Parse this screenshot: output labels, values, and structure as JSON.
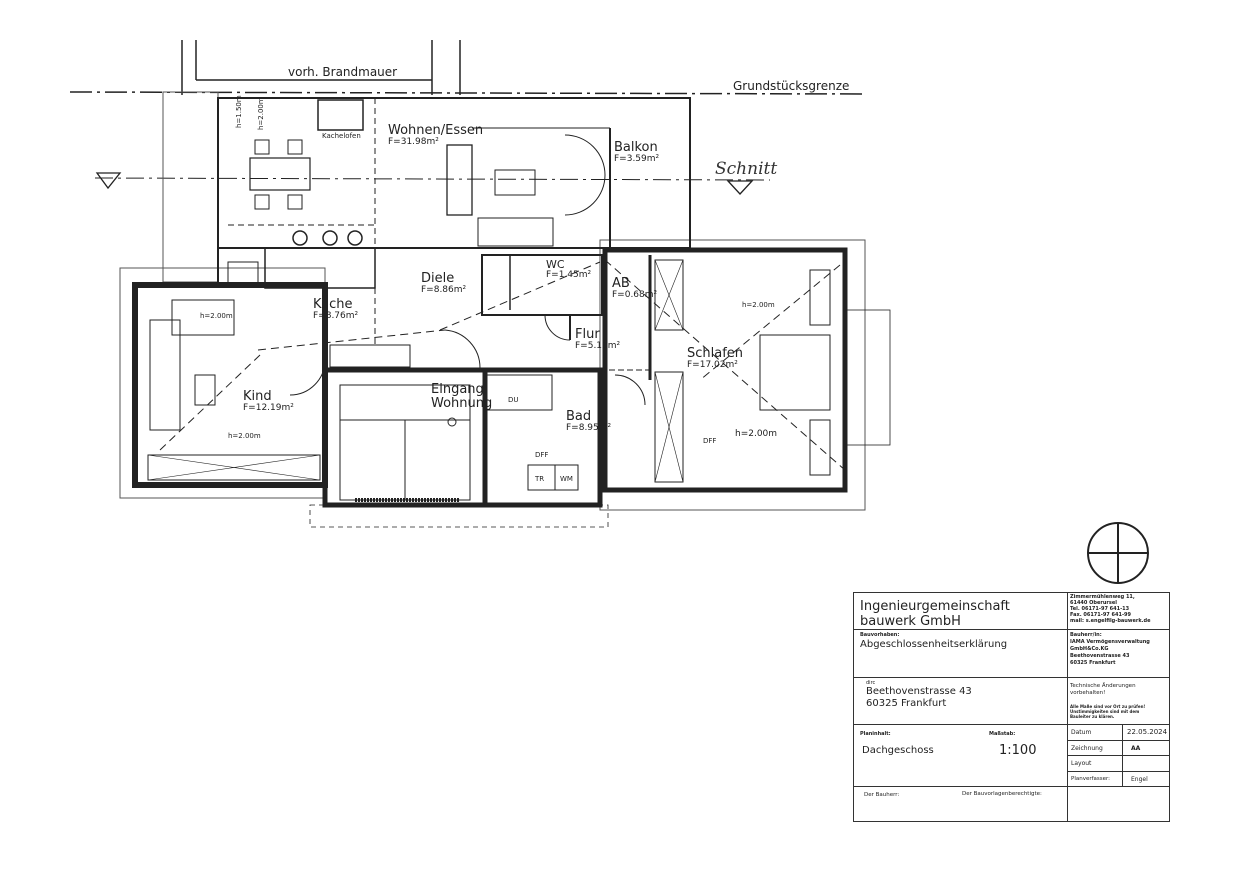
{
  "plan": {
    "labels": {
      "firewall": "vorh. Brandmauer",
      "property_line": "Grundstücksgrenze",
      "section": "Schnitt",
      "stove": "Kachelofen",
      "shower": "DU",
      "dryer": "TR",
      "washer": "WM",
      "skylight": "DFF"
    },
    "heights": [
      "h=2.00m",
      "h=1.50m"
    ],
    "rooms": [
      {
        "name": "Wohnen/Essen",
        "area": "F=31.98m²"
      },
      {
        "name": "Balkon",
        "area": "F=3.59m²"
      },
      {
        "name": "Diele",
        "area": "F=8.86m²"
      },
      {
        "name": "Küche",
        "area": "F=8.76m²"
      },
      {
        "name": "WC",
        "area": "F=1.45m²"
      },
      {
        "name": "AB",
        "area": "F=0.68m²"
      },
      {
        "name": "Flur",
        "area": "F=5.10m²"
      },
      {
        "name": "Schlafen",
        "area": "F=17.02m²"
      },
      {
        "name": "Kind",
        "area": "F=12.19m²"
      },
      {
        "name": "Bad",
        "area": "F=8.95m²"
      },
      {
        "name": "Eingang Wohnung",
        "area": ""
      }
    ]
  },
  "title_block": {
    "company": [
      "Ingenieurgemeinschaft",
      "bauwerk GmbH"
    ],
    "company_address": [
      "Zimmermühlenweg 11,",
      "61440 Oberursel",
      "Tel. 06171-97 641-13",
      "Fax. 06171-97 641-99",
      "mail: s.engelfilg-bauwerk.de"
    ],
    "project_label": "Bauvorhaben:",
    "project": "Abgeschlossenheitserklärung",
    "client_label": "Bauherr/in:",
    "client": [
      "IAMA Vermögensverwaltung",
      "GmbH&Co.KG",
      "Beethovenstrasse 43",
      "60325 Frankfurt"
    ],
    "address_label": "dirc",
    "address": [
      "Beethovenstrasse 43",
      "60325 Frankfurt"
    ],
    "notice": [
      "Technische Änderungen",
      "vorbehalten!"
    ],
    "notice_small": [
      "Alle Maße sind vor Ort zu prüfen!",
      "Unstimmigkeiten sind mit dem",
      "Bauleiter zu klären."
    ],
    "content_label": "Planinhalt:",
    "content": "Dachgeschoss",
    "scale_label": "Maßstab:",
    "scale": "1:100",
    "date_label": "Datum",
    "date": "22.05.2024",
    "drawing_label": "Zeichnung",
    "drawing": "AA",
    "layout_label": "Layout",
    "layout": "",
    "author_label": "Planverfasser:",
    "author": "Engel",
    "owner_sign": "Der Bauherr:",
    "architect_sign": "Der Bauvorlagenberechtigte:"
  }
}
